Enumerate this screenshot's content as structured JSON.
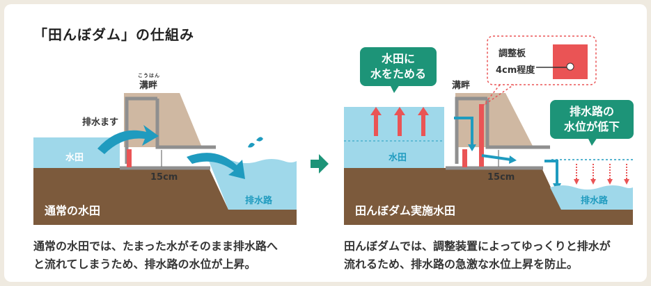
{
  "title": "「田んぼダム」の仕組み",
  "left": {
    "ruby": "こうはん",
    "kohan": "溝畔",
    "masu": "排水ます",
    "paddy": "水田",
    "width": "15cm",
    "channel": "排水路",
    "banner": "通常の水田",
    "caption": [
      "通常の水田では、たまった水がそのまま排水路へ",
      "と流れてしまうため、排水路の水位が上昇。"
    ]
  },
  "right": {
    "bubble_store": [
      "水田に",
      "水をためる"
    ],
    "kohan": "溝畔",
    "board_label": "調整板",
    "board_size": "4cm程度",
    "bubble_lower": [
      "排水路の",
      "水位が低下"
    ],
    "paddy": "水田",
    "width": "15cm",
    "channel": "排水路",
    "banner": "田んぼダム実施水田",
    "caption": [
      "田んぼダムでは、調整装置によってゆっくりと排水が",
      "流れるため、排水路の急激な水位上昇を防止。"
    ]
  },
  "colors": {
    "green": "#1d9478",
    "water": "#9fd8ea",
    "earth": "#7c5a3c",
    "bank": "#cfb8a2",
    "red": "#ea5455",
    "pipe": "#8f8f8f",
    "arrow": "#1f9bbf"
  }
}
